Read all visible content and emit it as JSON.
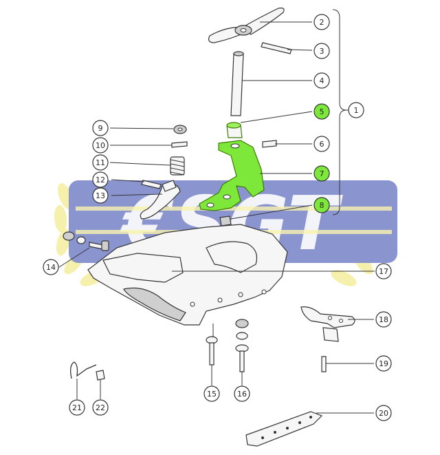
{
  "watermark": {
    "text": "€SGT",
    "blue": "#23349a",
    "yellow": "#f2e96a"
  },
  "highlight_color": "#7ee83a",
  "callouts": [
    {
      "id": "1",
      "label": "1",
      "highlighted": false
    },
    {
      "id": "2",
      "label": "2",
      "highlighted": false
    },
    {
      "id": "3",
      "label": "3",
      "highlighted": false
    },
    {
      "id": "4",
      "label": "4",
      "highlighted": false
    },
    {
      "id": "5",
      "label": "5",
      "highlighted": true
    },
    {
      "id": "6",
      "label": "6",
      "highlighted": false
    },
    {
      "id": "7",
      "label": "7",
      "highlighted": true
    },
    {
      "id": "8",
      "label": "8",
      "highlighted": true
    },
    {
      "id": "9",
      "label": "9",
      "highlighted": false
    },
    {
      "id": "10",
      "label": "10",
      "highlighted": false
    },
    {
      "id": "11",
      "label": "11",
      "highlighted": false
    },
    {
      "id": "12",
      "label": "12",
      "highlighted": false
    },
    {
      "id": "13",
      "label": "13",
      "highlighted": false
    },
    {
      "id": "14",
      "label": "14",
      "highlighted": false
    },
    {
      "id": "15",
      "label": "15",
      "highlighted": false
    },
    {
      "id": "16",
      "label": "16",
      "highlighted": false
    },
    {
      "id": "17",
      "label": "17",
      "highlighted": false
    },
    {
      "id": "18",
      "label": "18",
      "highlighted": false
    },
    {
      "id": "19",
      "label": "19",
      "highlighted": false
    },
    {
      "id": "20",
      "label": "20",
      "highlighted": false
    },
    {
      "id": "21",
      "label": "21",
      "highlighted": false
    },
    {
      "id": "22",
      "label": "22",
      "highlighted": false
    }
  ]
}
